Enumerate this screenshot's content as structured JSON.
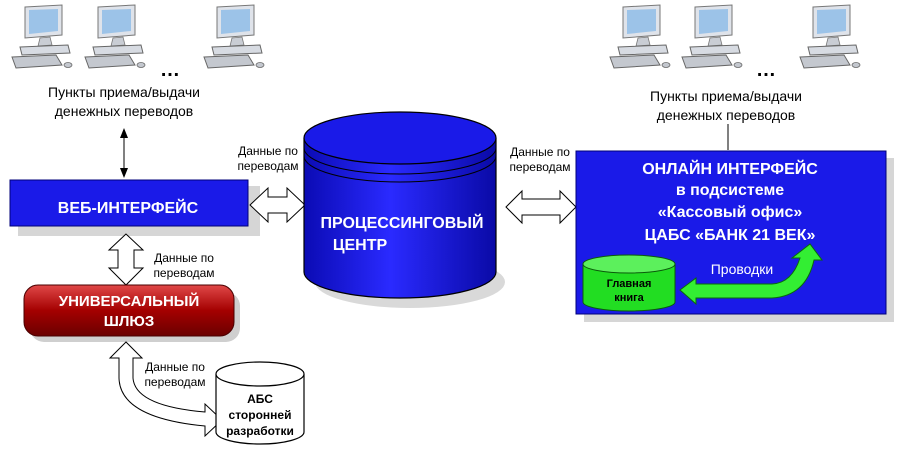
{
  "terminals_left": {
    "ellipsis": "…",
    "caption_line1": "Пункты приема/выдачи",
    "caption_line2": "денежных переводов"
  },
  "terminals_right": {
    "ellipsis": "…",
    "caption_line1": "Пункты приема/выдачи",
    "caption_line2": "денежных переводов"
  },
  "web_interface": {
    "label": "ВЕБ-ИНТЕРФЕЙС"
  },
  "gateway": {
    "line1": "УНИВЕРСАЛЬНЫЙ",
    "line2": "ШЛЮЗ"
  },
  "processing_center": {
    "line1": "ПРОЦЕССИНГОВЫЙ",
    "line2": "ЦЕНТР"
  },
  "abs": {
    "line1": "АБС",
    "line2": "сторонней",
    "line3": "разработки"
  },
  "online_interface": {
    "line1": "ОНЛАЙН ИНТЕРФЕЙС",
    "line2": "в подсистеме",
    "line3": "«Кассовый офис»",
    "line4": "ЦАБС «БАНК 21 ВЕК»"
  },
  "general_ledger": {
    "line1": "Главная",
    "line2": "книга"
  },
  "postings_label": "Проводки",
  "transfer_labels": {
    "web_to_processing": {
      "line1": "Данные по",
      "line2": "переводам"
    },
    "processing_to_online": {
      "line1": "Данные по",
      "line2": "переводам"
    },
    "web_to_gateway": {
      "line1": "Данные по",
      "line2": "переводам"
    },
    "gateway_to_abs": {
      "line1": "Данные по",
      "line2": "переводам"
    }
  },
  "colors": {
    "blue_box": "#1a1ae8",
    "processing_cylinder": "#1010d8",
    "gateway": "#a00000",
    "ledger_green": "#22dd22",
    "arrow_green": "#33ee33"
  }
}
